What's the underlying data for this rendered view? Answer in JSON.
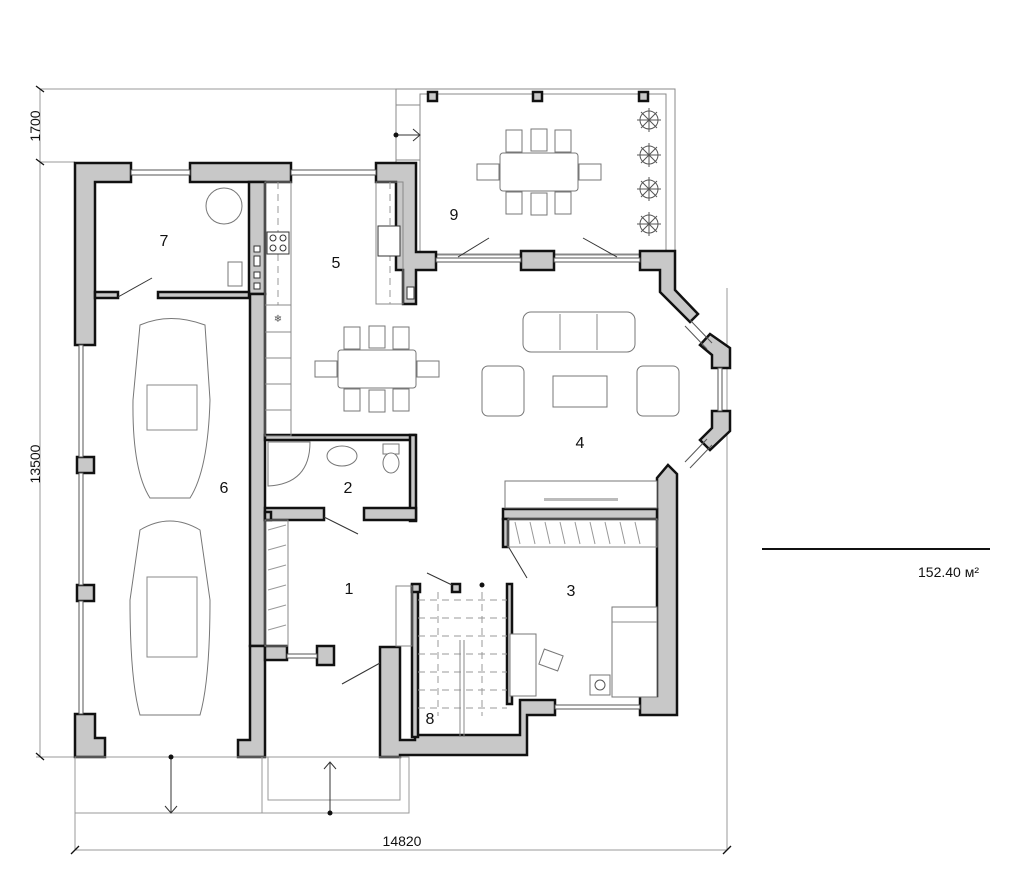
{
  "plan": {
    "total_area": "152.40 м²",
    "dimensions": {
      "width": "14820",
      "height": "13500",
      "terrace_depth": "1700"
    },
    "rooms": [
      {
        "id": "1",
        "label": "1",
        "name": "hall"
      },
      {
        "id": "2",
        "label": "2",
        "name": "bathroom"
      },
      {
        "id": "3",
        "label": "3",
        "name": "bedroom"
      },
      {
        "id": "4",
        "label": "4",
        "name": "living-room"
      },
      {
        "id": "5",
        "label": "5",
        "name": "kitchen-dining"
      },
      {
        "id": "6",
        "label": "6",
        "name": "garage"
      },
      {
        "id": "7",
        "label": "7",
        "name": "boiler-room"
      },
      {
        "id": "8",
        "label": "8",
        "name": "staircase"
      },
      {
        "id": "9",
        "label": "9",
        "name": "terrace"
      }
    ],
    "colors": {
      "wall_fill": "#c8c8c8",
      "wall_stroke": "#111111",
      "line": "#888888"
    }
  }
}
